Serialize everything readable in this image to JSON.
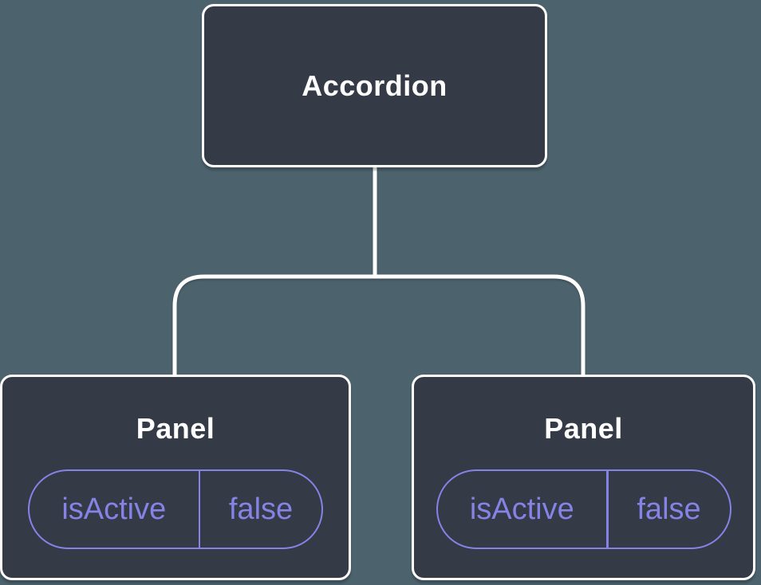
{
  "diagram": {
    "kind": "component-tree",
    "colors": {
      "background": "#4C626C",
      "node_fill": "#343A46",
      "node_border": "#FFFFFF",
      "node_text": "#FFFFFF",
      "state_accent": "#8583E6"
    },
    "root": {
      "label": "Accordion"
    },
    "children": [
      {
        "label": "Panel",
        "state": {
          "key": "isActive",
          "value": "false"
        }
      },
      {
        "label": "Panel",
        "state": {
          "key": "isActive",
          "value": "false"
        }
      }
    ]
  }
}
